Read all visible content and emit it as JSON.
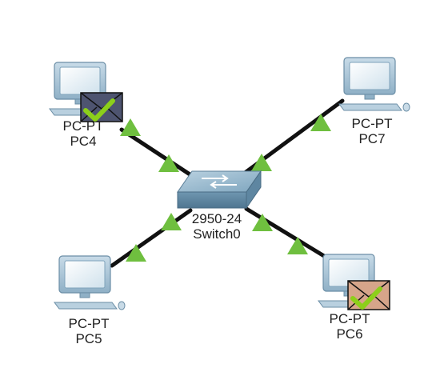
{
  "topology": {
    "switch": {
      "model": "2950-24",
      "name": "Switch0"
    },
    "devices": [
      {
        "id": "pc4",
        "model": "PC-PT",
        "name": "PC4",
        "envelope": "dark"
      },
      {
        "id": "pc7",
        "model": "PC-PT",
        "name": "PC7",
        "envelope": "none"
      },
      {
        "id": "pc5",
        "model": "PC-PT",
        "name": "PC5",
        "envelope": "none"
      },
      {
        "id": "pc6",
        "model": "PC-PT",
        "name": "PC6",
        "envelope": "light"
      }
    ],
    "links": [
      {
        "from": "pc4",
        "to": "switch0",
        "status": "up"
      },
      {
        "from": "pc7",
        "to": "switch0",
        "status": "up"
      },
      {
        "from": "pc5",
        "to": "switch0",
        "status": "up"
      },
      {
        "from": "pc6",
        "to": "switch0",
        "status": "up"
      }
    ]
  },
  "colors": {
    "link": "#111111",
    "link_up": "#6fbf3f",
    "envelope_dark": "#4e5470",
    "envelope_light": "#d6a58a",
    "checkmark": "#8ccf1a"
  },
  "icons": {
    "pc": "pc-icon",
    "switch": "switch-icon",
    "pdu": "envelope-icon",
    "status": "checkmark-icon"
  }
}
